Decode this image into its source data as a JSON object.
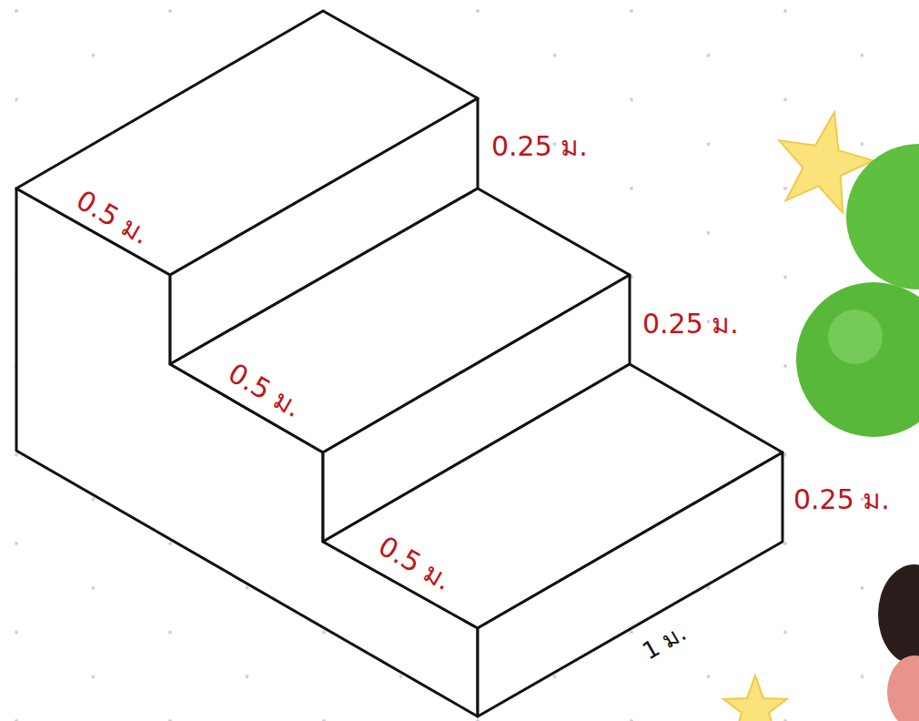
{
  "diagram": {
    "labels": [
      "0.25 ม.",
      "0.5 ม.",
      "0.25 ม.",
      "0.5 ม.",
      "0.25 ม.",
      "0.5 ม.",
      "1 ม."
    ]
  }
}
